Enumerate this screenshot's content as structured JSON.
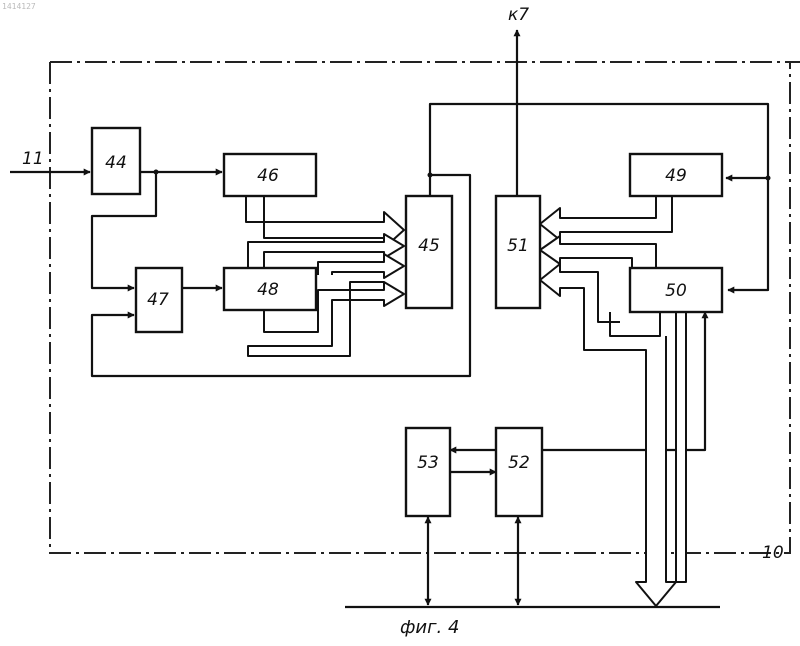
{
  "corner_text": "1414127",
  "output_label": "к7",
  "input_label": "11",
  "frame_label": "10",
  "caption": "фиг. 4",
  "blocks": {
    "b44": "44",
    "b45": "45",
    "b46": "46",
    "b47": "47",
    "b48": "48",
    "b49": "49",
    "b50": "50",
    "b51": "51",
    "b52": "52",
    "b53": "53"
  }
}
